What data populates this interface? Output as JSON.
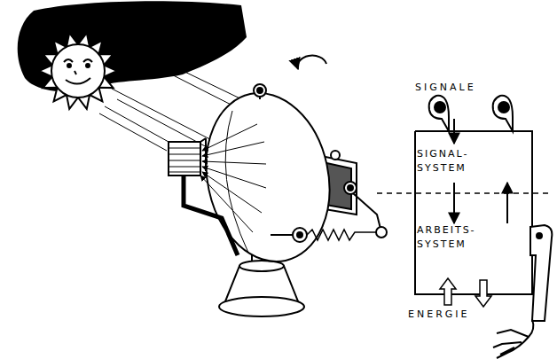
{
  "diagram": {
    "nodes": [
      {
        "text": [
          "SIGNAL- SYSTEM"
        ]
      },
      {
        "text": [
          "ARBEITS- SYSTEM"
        ]
      }
    ],
    "edges": [
      {
        "from": 0,
        "to": 1,
        "arrow": "to"
      },
      {
        "from": 1,
        "to": 0,
        "arrow": "to"
      }
    ],
    "labels": [
      "SIGNALE",
      "ENERGIE"
    ]
  }
}
